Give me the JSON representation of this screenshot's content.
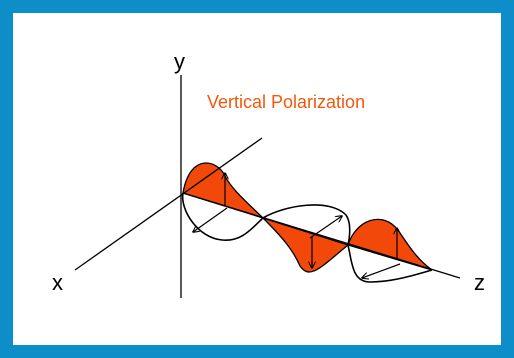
{
  "diagram": {
    "title": "Vertical Polarization",
    "axes": {
      "x": "x",
      "y": "y",
      "z": "z"
    },
    "colors": {
      "border": "#0d8ec9",
      "title": "#f2590c",
      "wave_fill": "#f2490a",
      "line": "#000000"
    }
  }
}
